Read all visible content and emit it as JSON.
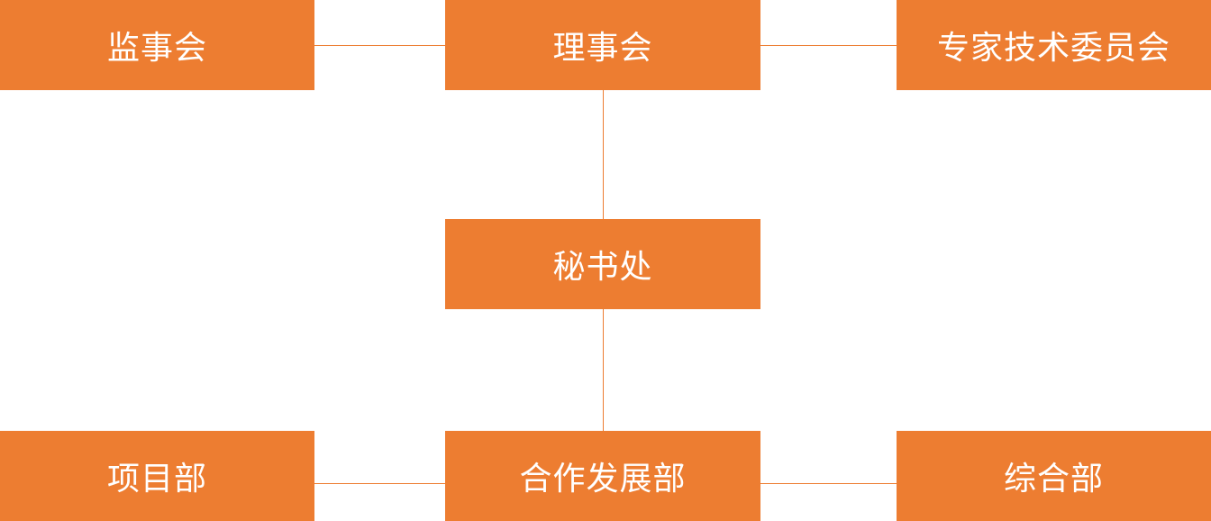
{
  "colors": {
    "box_fill": "#ED7D31",
    "box_text": "#FFFFFF",
    "connector": "#ED7D31",
    "background": "#FFFFFF"
  },
  "nodes": {
    "supervisory_board": "监事会",
    "council": "理事会",
    "expert_committee": "专家技术委员会",
    "secretariat": "秘书处",
    "project_department": "项目部",
    "cooperation_department": "合作发展部",
    "general_department": "综合部"
  }
}
